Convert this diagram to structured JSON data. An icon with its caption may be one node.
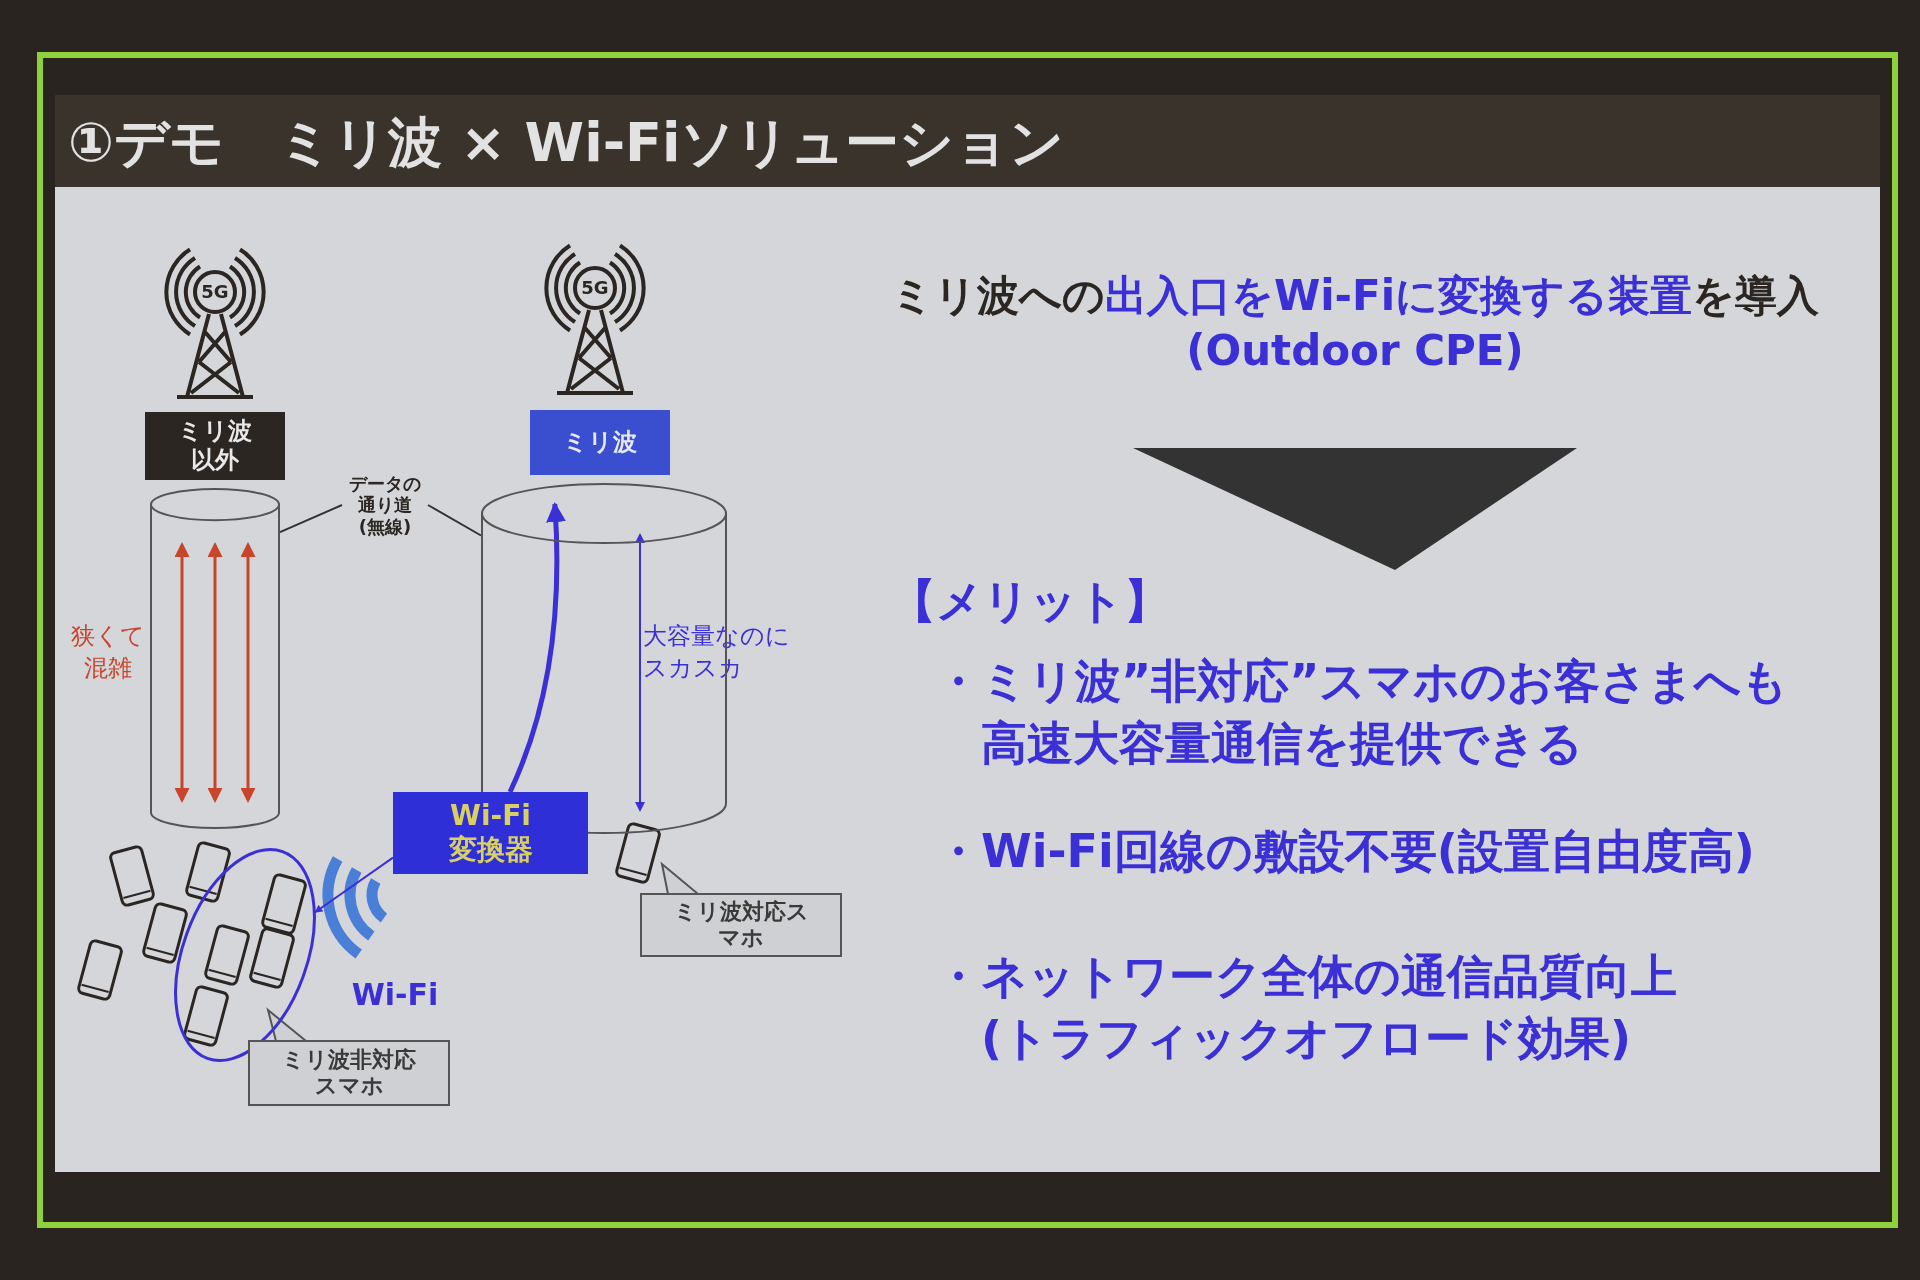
{
  "diagram": {
    "title": "①デモ　ミリ波 × Wi-Fiソリューション",
    "nodes": [
      {
        "text": [
          "ミリ波以外"
        ]
      },
      {
        "text": [
          "ミリ波"
        ]
      },
      {
        "text": [],
        "shape": "cylinder"
      },
      {
        "text": [],
        "shape": "cylinder"
      },
      {
        "text": [
          "データの通り道(無線)"
        ]
      },
      {
        "text": [
          "Wi-Fi変換器"
        ]
      },
      {
        "text": [],
        "shape": "ellipse"
      },
      {
        "text": [
          "ミリ波非対応スマホ"
        ]
      },
      {
        "text": [
          "ミリ波対応スマホ"
        ]
      },
      {
        "text": [
          "ミリ波への**出入口をWi-Fiに変換する装置**を導入",
          "(Outdoor CPE)"
        ]
      },
      {
        "text": [
          "【メリット】",
          "・ミリ波”非対応”スマホのお客さまへも高速大容量通信を提供できる",
          "・Wi-Fi回線の敷設不要(設置自由度高)",
          "・ネットワーク全体の通信品質向上(トラフィックオフロード効果)"
        ]
      }
    ],
    "edges": [
      {
        "from": 4,
        "to": 2,
        "arrow": "none"
      },
      {
        "from": 4,
        "to": 3,
        "arrow": "none"
      },
      {
        "from": 5,
        "to": 3,
        "arrow": "to",
        "style": "thick",
        "color": "#3b2fd6"
      },
      {
        "from": 5,
        "to": 6,
        "arrow": "to",
        "label": "Wi-Fi",
        "color": "#3b2fd6"
      },
      {
        "from": 9,
        "to": 10,
        "arrow": "to"
      }
    ],
    "labels": [
      "5G",
      "5G",
      "狭くて混雑",
      "大容量なのにスカスカ"
    ]
  }
}
